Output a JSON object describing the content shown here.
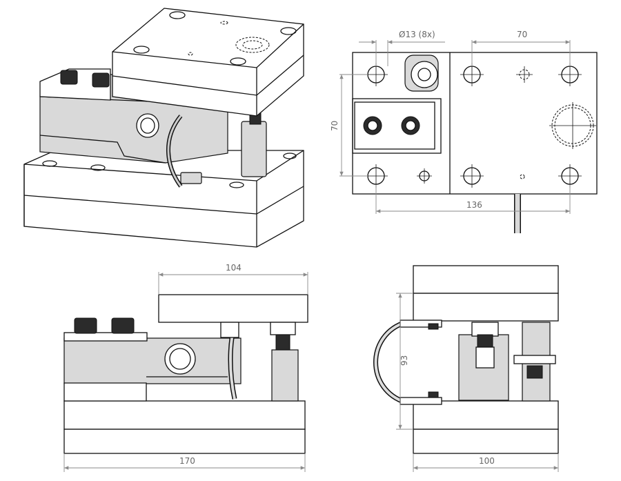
{
  "dimensions": {
    "hole_callout": "Ø13 (8x)",
    "top_hole_spacing": "70",
    "top_vertical_spacing": "70",
    "top_overall_spacing": "136",
    "front_top_plate_width": "104",
    "front_base_width": "170",
    "side_height": "93",
    "side_base_width": "100"
  }
}
